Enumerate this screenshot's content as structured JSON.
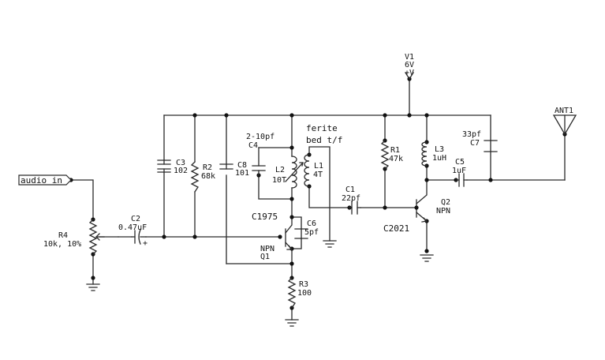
{
  "input": {
    "label": "audio in"
  },
  "r4": {
    "ref": "R4",
    "value": "10k, 10%"
  },
  "c2": {
    "ref": "C2",
    "value": "0.47uF"
  },
  "c3": {
    "ref": "C3",
    "value": "102"
  },
  "r2": {
    "ref": "R2",
    "value": "68k"
  },
  "c8": {
    "ref": "C8",
    "value": "101"
  },
  "c4": {
    "ref": "C4",
    "value": "2-10pf"
  },
  "l2": {
    "ref": "L2",
    "value": "10T"
  },
  "l1": {
    "ref": "L1",
    "value": "4T"
  },
  "ferite": {
    "line1": "ferite",
    "line2": "bed t/f"
  },
  "q1": {
    "part": "C1975",
    "type": "NPN",
    "ref": "Q1"
  },
  "c6": {
    "ref": "C6",
    "value": "5pf"
  },
  "r3": {
    "ref": "R3",
    "value": "100"
  },
  "c1": {
    "ref": "C1",
    "value": "22pf"
  },
  "r1": {
    "ref": "R1",
    "value": "47k"
  },
  "q2": {
    "part": "C2021",
    "ref": "Q2",
    "type": "NPN"
  },
  "l3": {
    "ref": "L3",
    "value": "1uH"
  },
  "c5": {
    "ref": "C5",
    "value": "1uF"
  },
  "c7": {
    "ref": "C7",
    "value": "33pf"
  },
  "v1": {
    "ref": "V1",
    "voltage": "6V",
    "rail": "+V"
  },
  "ant": {
    "ref": "ANT1"
  }
}
